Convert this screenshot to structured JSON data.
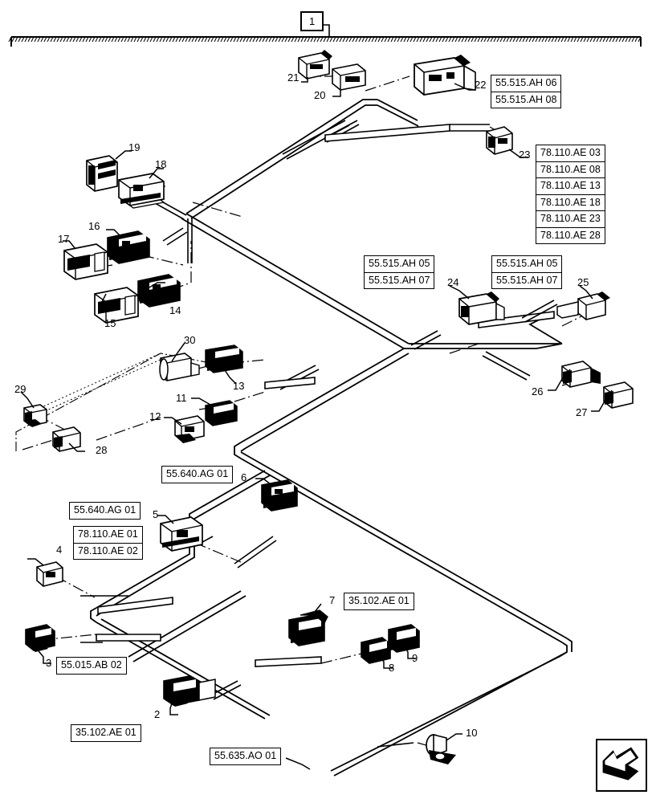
{
  "sheet": {
    "figure_id": "1",
    "title_block_icon": "arrow-direction-icon"
  },
  "part_callouts": [
    {
      "item": "22",
      "codes": [
        "55.515.AH 06",
        "55.515.AH 08"
      ]
    },
    {
      "item": "23",
      "codes": [
        "78.110.AE 03",
        "78.110.AE 08",
        "78.110.AE 13",
        "78.110.AE 18",
        "78.110.AE 23",
        "78.110.AE 28"
      ]
    },
    {
      "item": "24",
      "codes": [
        "55.515.AH 05",
        "55.515.AH 07"
      ]
    },
    {
      "item": "25",
      "codes": [
        "55.515.AH 05",
        "55.515.AH 07"
      ]
    },
    {
      "item": "6",
      "codes": [
        "55.640.AG 01"
      ]
    },
    {
      "item": "5",
      "codes": [
        "55.640.AG 01"
      ]
    },
    {
      "item": "4",
      "codes": [
        "78.110.AE 01",
        "78.110.AE 02"
      ]
    },
    {
      "item": "3",
      "codes": [
        "55.015.AB 02"
      ]
    },
    {
      "item": "2",
      "codes": [
        "35.102.AE 01"
      ]
    },
    {
      "item": "7",
      "codes": [
        "35.102.AE 01"
      ]
    },
    {
      "item": "unnumbered",
      "codes": [
        "55.635.AO 01"
      ]
    }
  ],
  "labels": {
    "fig1": "1",
    "n2": "2",
    "n3": "3",
    "n4": "4",
    "n5": "5",
    "n6": "6",
    "n7": "7",
    "n8": "8",
    "n9": "9",
    "n10": "10",
    "n11": "11",
    "n12": "12",
    "n13": "13",
    "n14": "14",
    "n15": "15",
    "n16": "16",
    "n17": "17",
    "n18": "18",
    "n19": "19",
    "n20": "20",
    "n21": "21",
    "n22": "22",
    "n23": "23",
    "n24": "24",
    "n25": "25",
    "n26": "26",
    "n27": "27",
    "n28": "28",
    "n29": "29",
    "n30": "30"
  },
  "codes": {
    "c22a": "55.515.AH 06",
    "c22b": "55.515.AH 08",
    "c23a": "78.110.AE 03",
    "c23b": "78.110.AE 08",
    "c23c": "78.110.AE 13",
    "c23d": "78.110.AE 18",
    "c23e": "78.110.AE 23",
    "c23f": "78.110.AE 28",
    "c24a": "55.515.AH 05",
    "c24b": "55.515.AH 07",
    "c25a": "55.515.AH 05",
    "c25b": "55.515.AH 07",
    "c6": "55.640.AG 01",
    "c5": "55.640.AG 01",
    "c4a": "78.110.AE 01",
    "c4b": "78.110.AE 02",
    "c3": "55.015.AB 02",
    "c2": "35.102.AE 01",
    "c7": "35.102.AE 01",
    "c10": "55.635.AO 01"
  }
}
